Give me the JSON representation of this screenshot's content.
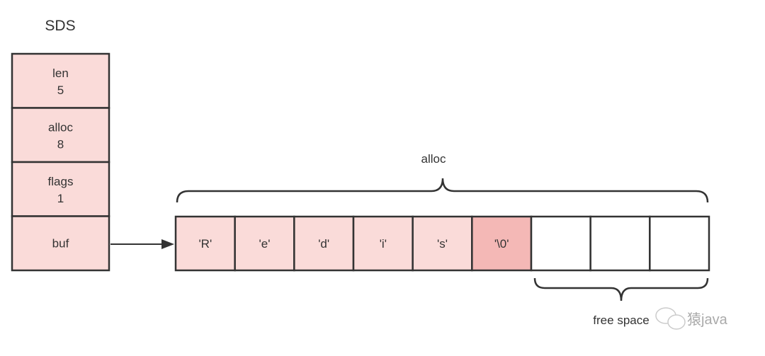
{
  "title": "SDS",
  "header_fields": [
    {
      "name": "len",
      "value": "5"
    },
    {
      "name": "alloc",
      "value": "8"
    },
    {
      "name": "flags",
      "value": "1"
    },
    {
      "name": "buf",
      "value": ""
    }
  ],
  "buf_cells": [
    "'R'",
    "'e'",
    "'d'",
    "'i'",
    "'s'",
    "'\\0'",
    "",
    "",
    ""
  ],
  "alloc_label": "alloc",
  "free_label": "free space",
  "watermark": "猿java",
  "colors": {
    "cell": "#fadbd9",
    "terminator": "#f4b8b6",
    "stroke": "#333333"
  }
}
